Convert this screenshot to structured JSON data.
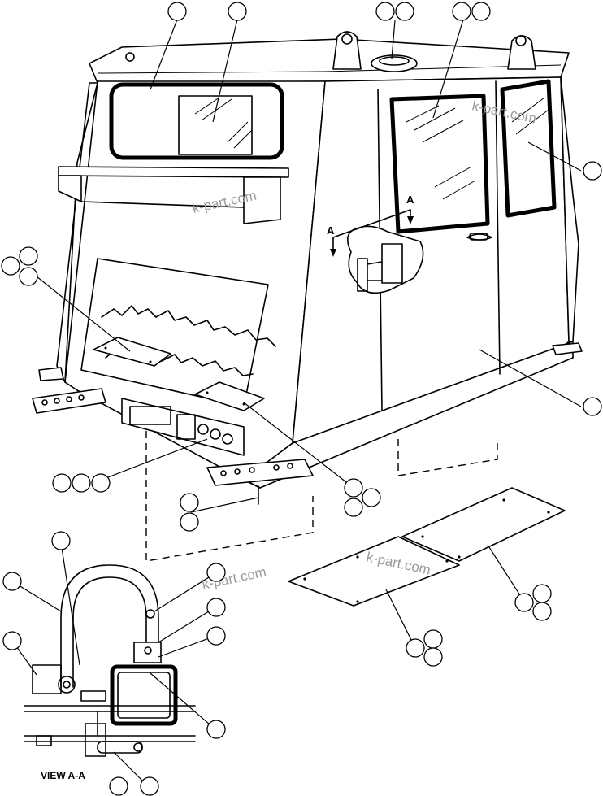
{
  "diagram": {
    "watermark": "k-part.com",
    "view_caption": "VIEW A-A",
    "section_marker": "A"
  }
}
